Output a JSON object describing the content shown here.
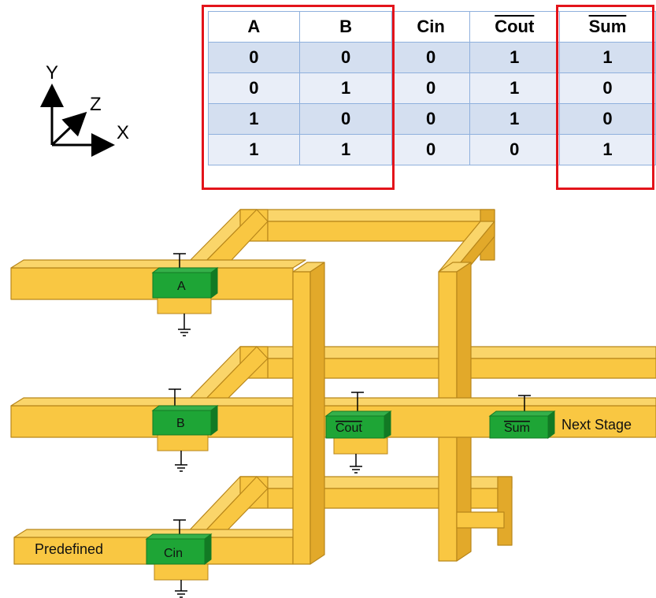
{
  "axes": {
    "y_label": "Y",
    "z_label": "Z",
    "x_label": "X"
  },
  "truth_table": {
    "headers": [
      "A",
      "B",
      "Cin",
      "Cout",
      "Sum"
    ],
    "overlined_headers": [
      "Cout",
      "Sum"
    ],
    "rows": [
      [
        "0",
        "0",
        "0",
        "1",
        "1"
      ],
      [
        "0",
        "1",
        "0",
        "1",
        "0"
      ],
      [
        "1",
        "0",
        "0",
        "1",
        "0"
      ],
      [
        "1",
        "1",
        "0",
        "0",
        "1"
      ]
    ],
    "highlighted_columns": [
      "A",
      "B",
      "Sum"
    ],
    "highlight_color": "#e3141b"
  },
  "circuit": {
    "gate_labels": {
      "a": "A",
      "b": "B",
      "cin": "Cin",
      "cout": "Cout",
      "sum": "Sum"
    },
    "input_label": "Predefined",
    "output_label": "Next Stage",
    "colors": {
      "waveguide": "#f9c742",
      "waveguide_dark": "#d9a21c",
      "waveguide_edge": "#b8861a",
      "gate": "#1ea536",
      "gate_dark": "#127a24"
    }
  }
}
